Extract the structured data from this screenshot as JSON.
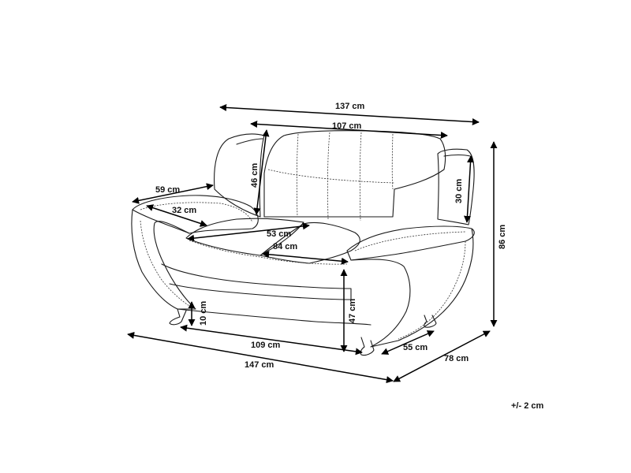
{
  "dimensions": {
    "overall_width": "137 cm",
    "backrest_width": "107 cm",
    "backrest_height": "46 cm",
    "armrest_depth": "59 cm",
    "armrest_width": "32 cm",
    "seat_depth": "53 cm",
    "seat_width": "84 cm",
    "side_back_height": "30 cm",
    "total_height": "86 cm",
    "leg_height": "10 cm",
    "seat_height": "47 cm",
    "base_width": "109 cm",
    "base_depth": "55 cm",
    "total_depth": "78 cm",
    "total_width": "147 cm"
  },
  "tolerance": "+/- 2 cm"
}
